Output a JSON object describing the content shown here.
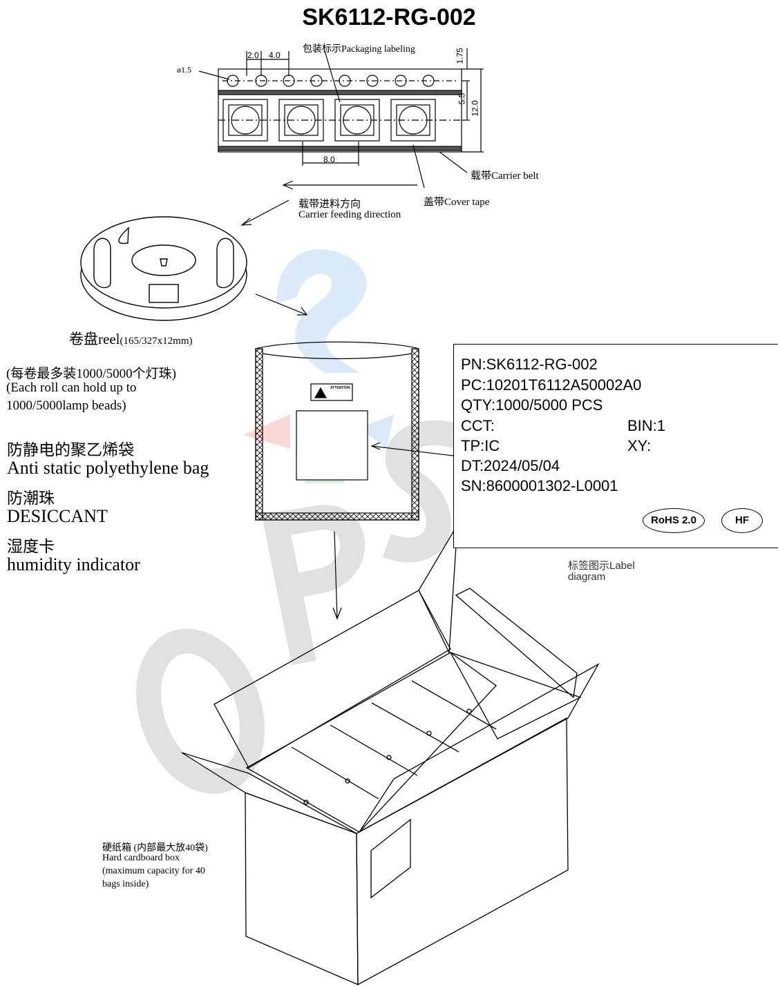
{
  "title": "SK6112-RG-002",
  "watermark": "OPSCO",
  "tape": {
    "packaging_label": "包装标示Packaging labeling",
    "hole_dia": "ø1.5",
    "dim_2_0": "2.0",
    "dim_4_0": "4.0",
    "dim_1_75": "1.75",
    "dim_5_5": "5.5",
    "dim_12_0": "12.0",
    "dim_8_0": "8.0",
    "carrier_belt": "载带Carrier belt",
    "cover_tape": "盖带Cover tape",
    "feed_dir_cn": "载带进料方向",
    "feed_dir_en": "Carrier feeding direction"
  },
  "reel": {
    "label_cn": "卷盘",
    "label_en": "reel",
    "spec": "(165/327x12mm)",
    "capacity_cn": "(每卷最多装1000/5000个灯珠)",
    "capacity_en_1": "(Each roll can hold up to",
    "capacity_en_2": "1000/5000lamp beads)"
  },
  "bag": {
    "cn": "防静电的聚乙烯袋",
    "en": "Anti static polyethylene bag",
    "desiccant_cn": "防潮珠",
    "desiccant_en": "DESICCANT",
    "humidity_cn": "湿度卡",
    "humidity_en": "humidity indicator",
    "sticker_title": "ATTENTION"
  },
  "label": {
    "pn": "PN:SK6112-RG-002",
    "pc": "PC:10201T6112A50002A0",
    "qty": "QTY:1000/5000 PCS",
    "cct": "CCT:",
    "bin": "BIN:1",
    "tp": "TP:IC",
    "xy": "XY:",
    "dt": "DT:2024/05/04",
    "sn": "SN:8600001302-L0001",
    "rohs": "RoHS 2.0",
    "hf": "HF",
    "caption_1": "标签图示Label",
    "caption_2": "diagram"
  },
  "box": {
    "line1": "硬纸箱 (内部最大放40袋)",
    "line2": "Hard cardboard box",
    "line3": "(maximum capacity for 40",
    "line4": "bags inside)"
  }
}
